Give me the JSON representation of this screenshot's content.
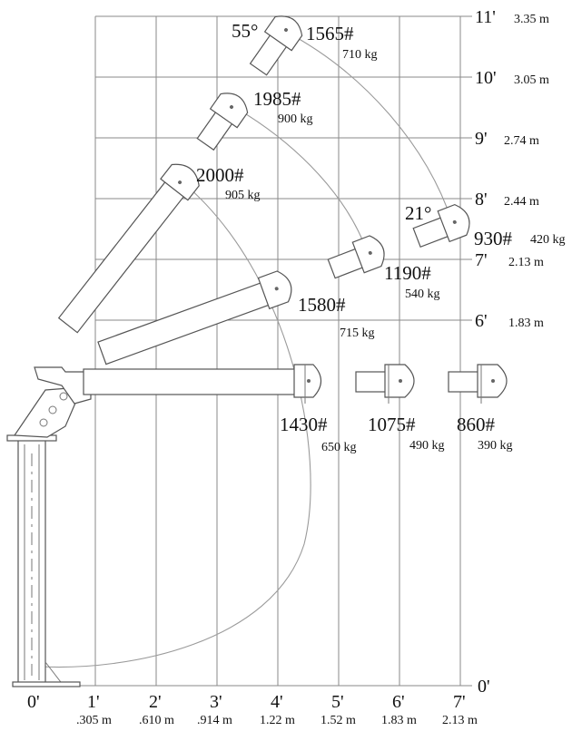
{
  "axes": {
    "x_ticks": [
      {
        "ft": "0'",
        "m": ""
      },
      {
        "ft": "1'",
        "m": ".305 m"
      },
      {
        "ft": "2'",
        "m": ".610 m"
      },
      {
        "ft": "3'",
        "m": ".914 m"
      },
      {
        "ft": "4'",
        "m": "1.22 m"
      },
      {
        "ft": "5'",
        "m": "1.52 m"
      },
      {
        "ft": "6'",
        "m": "1.83 m"
      },
      {
        "ft": "7'",
        "m": "2.13 m"
      }
    ],
    "y_ticks": [
      {
        "ft": "0'",
        "m": ""
      },
      {
        "ft": "6'",
        "m": "1.83 m"
      },
      {
        "ft": "7'",
        "m": "2.13 m"
      },
      {
        "ft": "8'",
        "m": "2.44 m"
      },
      {
        "ft": "9'",
        "m": "2.74 m"
      },
      {
        "ft": "10'",
        "m": "3.05 m"
      },
      {
        "ft": "11'",
        "m": "3.35 m"
      }
    ]
  },
  "angles": {
    "max": "55°",
    "mid": "21°"
  },
  "loads": {
    "l1": {
      "lb": "1565#",
      "kg": "710 kg"
    },
    "l2": {
      "lb": "1985#",
      "kg": "900 kg"
    },
    "l3": {
      "lb": "2000#",
      "kg": "905 kg"
    },
    "l4": {
      "lb": "930#",
      "kg": "420 kg"
    },
    "l5": {
      "lb": "1190#",
      "kg": "540 kg"
    },
    "l6": {
      "lb": "1580#",
      "kg": "715 kg"
    },
    "l7": {
      "lb": "1430#",
      "kg": "650 kg"
    },
    "l8": {
      "lb": "1075#",
      "kg": "490 kg"
    },
    "l9": {
      "lb": "860#",
      "kg": "390 kg"
    }
  }
}
